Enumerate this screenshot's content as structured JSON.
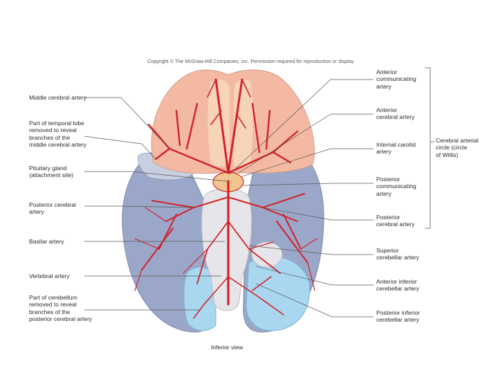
{
  "copyright": "Copyright © The McGraw-Hill Companies, Inc. Permission required for reproduction or display.",
  "caption": "Inferior view",
  "labels_left": [
    "Middle cerebral artery",
    "Part of temporal lobe\nremoved to reveal\nbranches of the\nmiddle cerebral artery",
    "Pituitary gland\n(attachment site)",
    "Posterior cerebral\nartery",
    "Basilar artery",
    "Vertebral artery",
    "Part of cerebellum\nremoved to reveal\nbranches of the\nposterior cerebral artery"
  ],
  "labels_right": [
    "Anterior\ncommunicating\nartery",
    "Anterior\ncerebral artery",
    "Internal carotid\nartery",
    "Posterior\ncommunicating\nartery",
    "Posterior\ncerebral artery",
    "Superior\ncerebellar artery",
    "Anterior inferior\ncerebellar artery",
    "Posterior inferior\ncerebellar artery"
  ],
  "bracket_label": "Cerebral arterial\ncircle (circle\nof Willis)",
  "colors": {
    "frontal": "#f3b9a3",
    "frontal_inner": "#f7d3b8",
    "hemisphere": "#9aa7c8",
    "cerebellum": "#a9d7ef",
    "brainstem": "#e6e6ea",
    "artery": "#d32027",
    "leader": "#555555"
  }
}
